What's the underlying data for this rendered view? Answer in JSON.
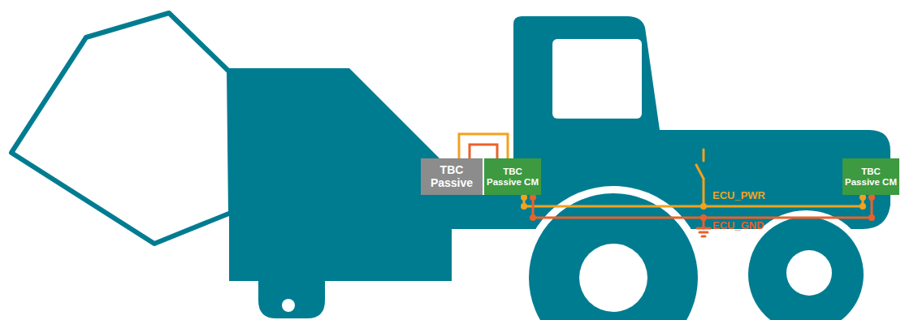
{
  "diagram": {
    "nodes": [
      {
        "text": [
          "TBC Passive"
        ]
      },
      {
        "text": [
          "TBC Passive CM"
        ]
      },
      {
        "text": [
          "TBC Passive CM"
        ]
      }
    ],
    "edges": [
      {
        "from": 0,
        "to": 1,
        "arrow": "none"
      },
      {
        "from": 0,
        "to": 1,
        "arrow": "none"
      },
      {
        "from": 1,
        "to": 2,
        "arrow": "none",
        "label": "ECU_PWR"
      },
      {
        "from": 1,
        "to": 2,
        "arrow": "none",
        "label": "ECU_GND"
      }
    ]
  }
}
